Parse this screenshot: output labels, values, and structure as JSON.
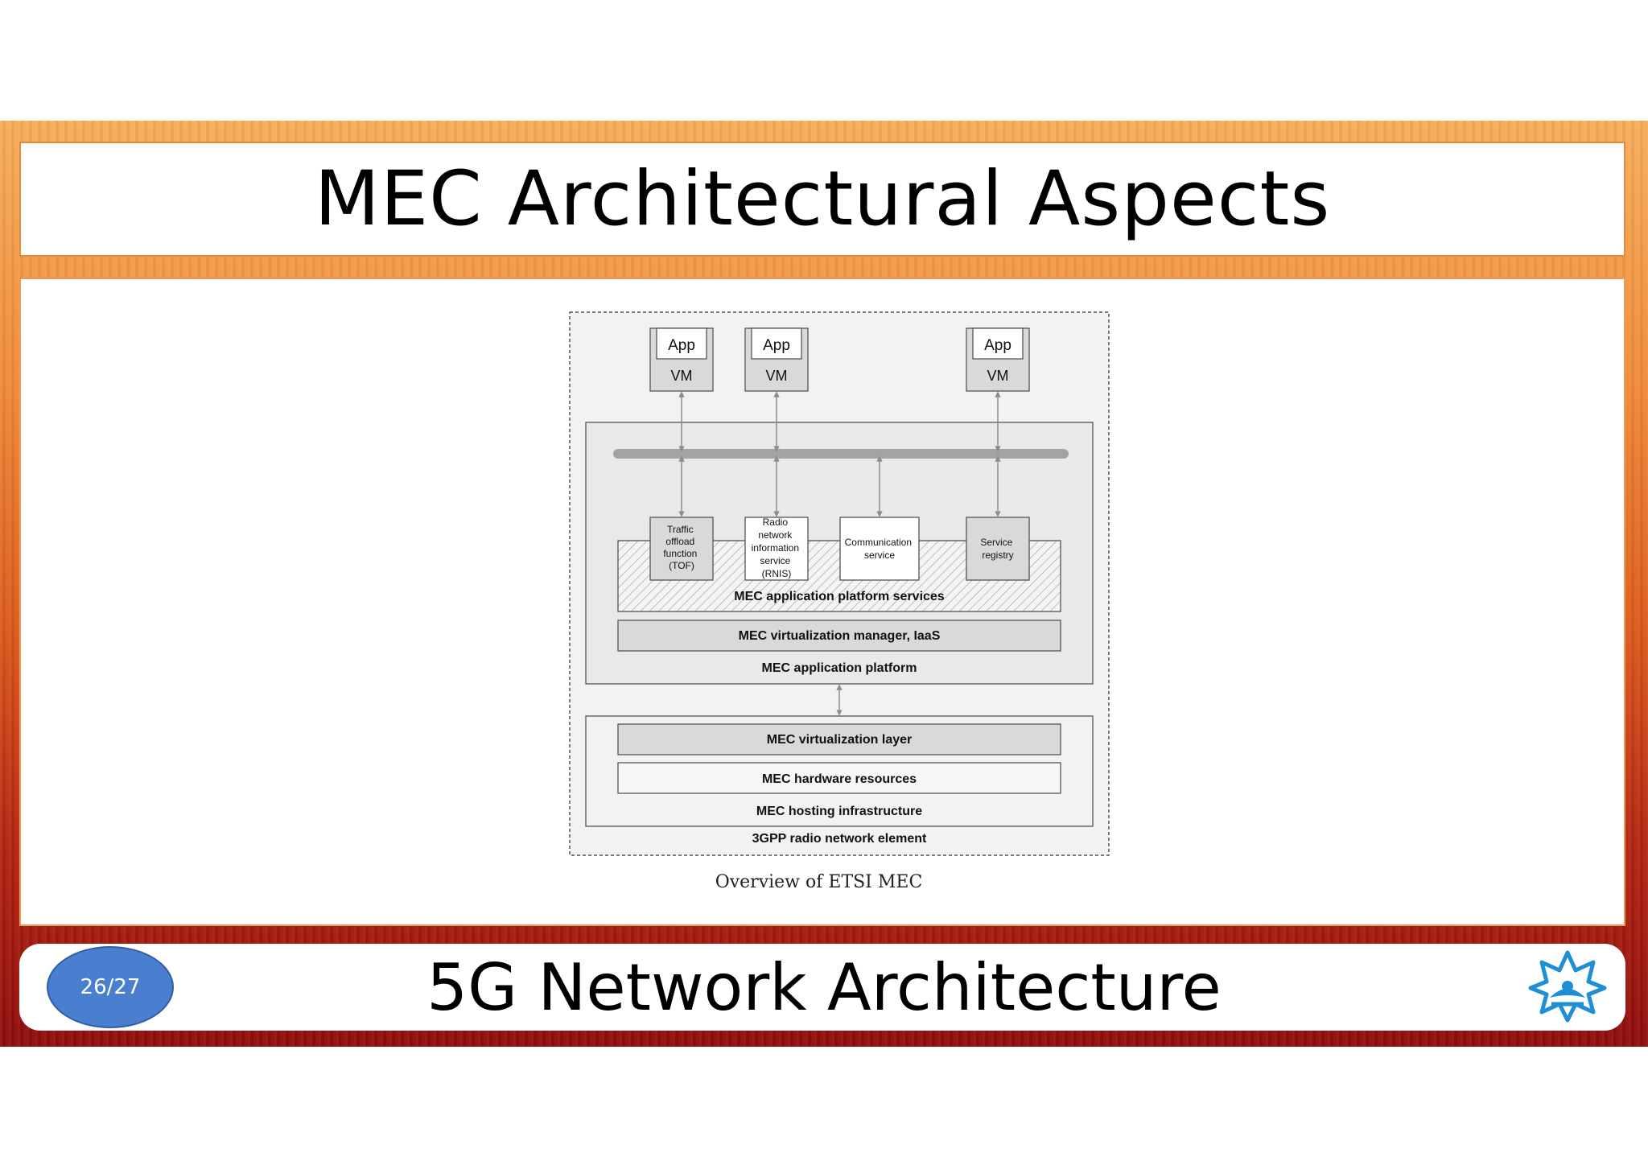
{
  "slide": {
    "title": "MEC Architectural Aspects",
    "footer_title": "5G Network Architecture",
    "page_indicator": "26/27",
    "caption": "Overview of ETSI MEC"
  },
  "diagram": {
    "apps": [
      {
        "app": "App",
        "vm": "VM"
      },
      {
        "app": "App",
        "vm": "VM"
      },
      {
        "app": "App",
        "vm": "VM"
      }
    ],
    "services": [
      {
        "lines": [
          "Traffic",
          "offload",
          "function",
          "(TOF)"
        ]
      },
      {
        "lines": [
          "Radio",
          "network",
          "information",
          "service",
          "(RNIS)"
        ]
      },
      {
        "lines": [
          "Communication",
          "service"
        ]
      },
      {
        "lines": [
          "Service",
          "registry"
        ]
      }
    ],
    "platform_services_label": "MEC application platform services",
    "virtualization_manager_label": "MEC virtualization manager, IaaS",
    "application_platform_label": "MEC application platform",
    "virtualization_layer_label": "MEC virtualization layer",
    "hardware_resources_label": "MEC hardware resources",
    "hosting_infrastructure_label": "MEC hosting infrastructure",
    "radio_network_element_label": "3GPP radio network element"
  },
  "colors": {
    "badge": "#4a7fcf",
    "logo": "#1e8fd6",
    "diagram_fill": "#ebebeb",
    "component_fill": "#d9d9d9"
  },
  "icons": {
    "logo": "lotus-emblem-icon"
  }
}
